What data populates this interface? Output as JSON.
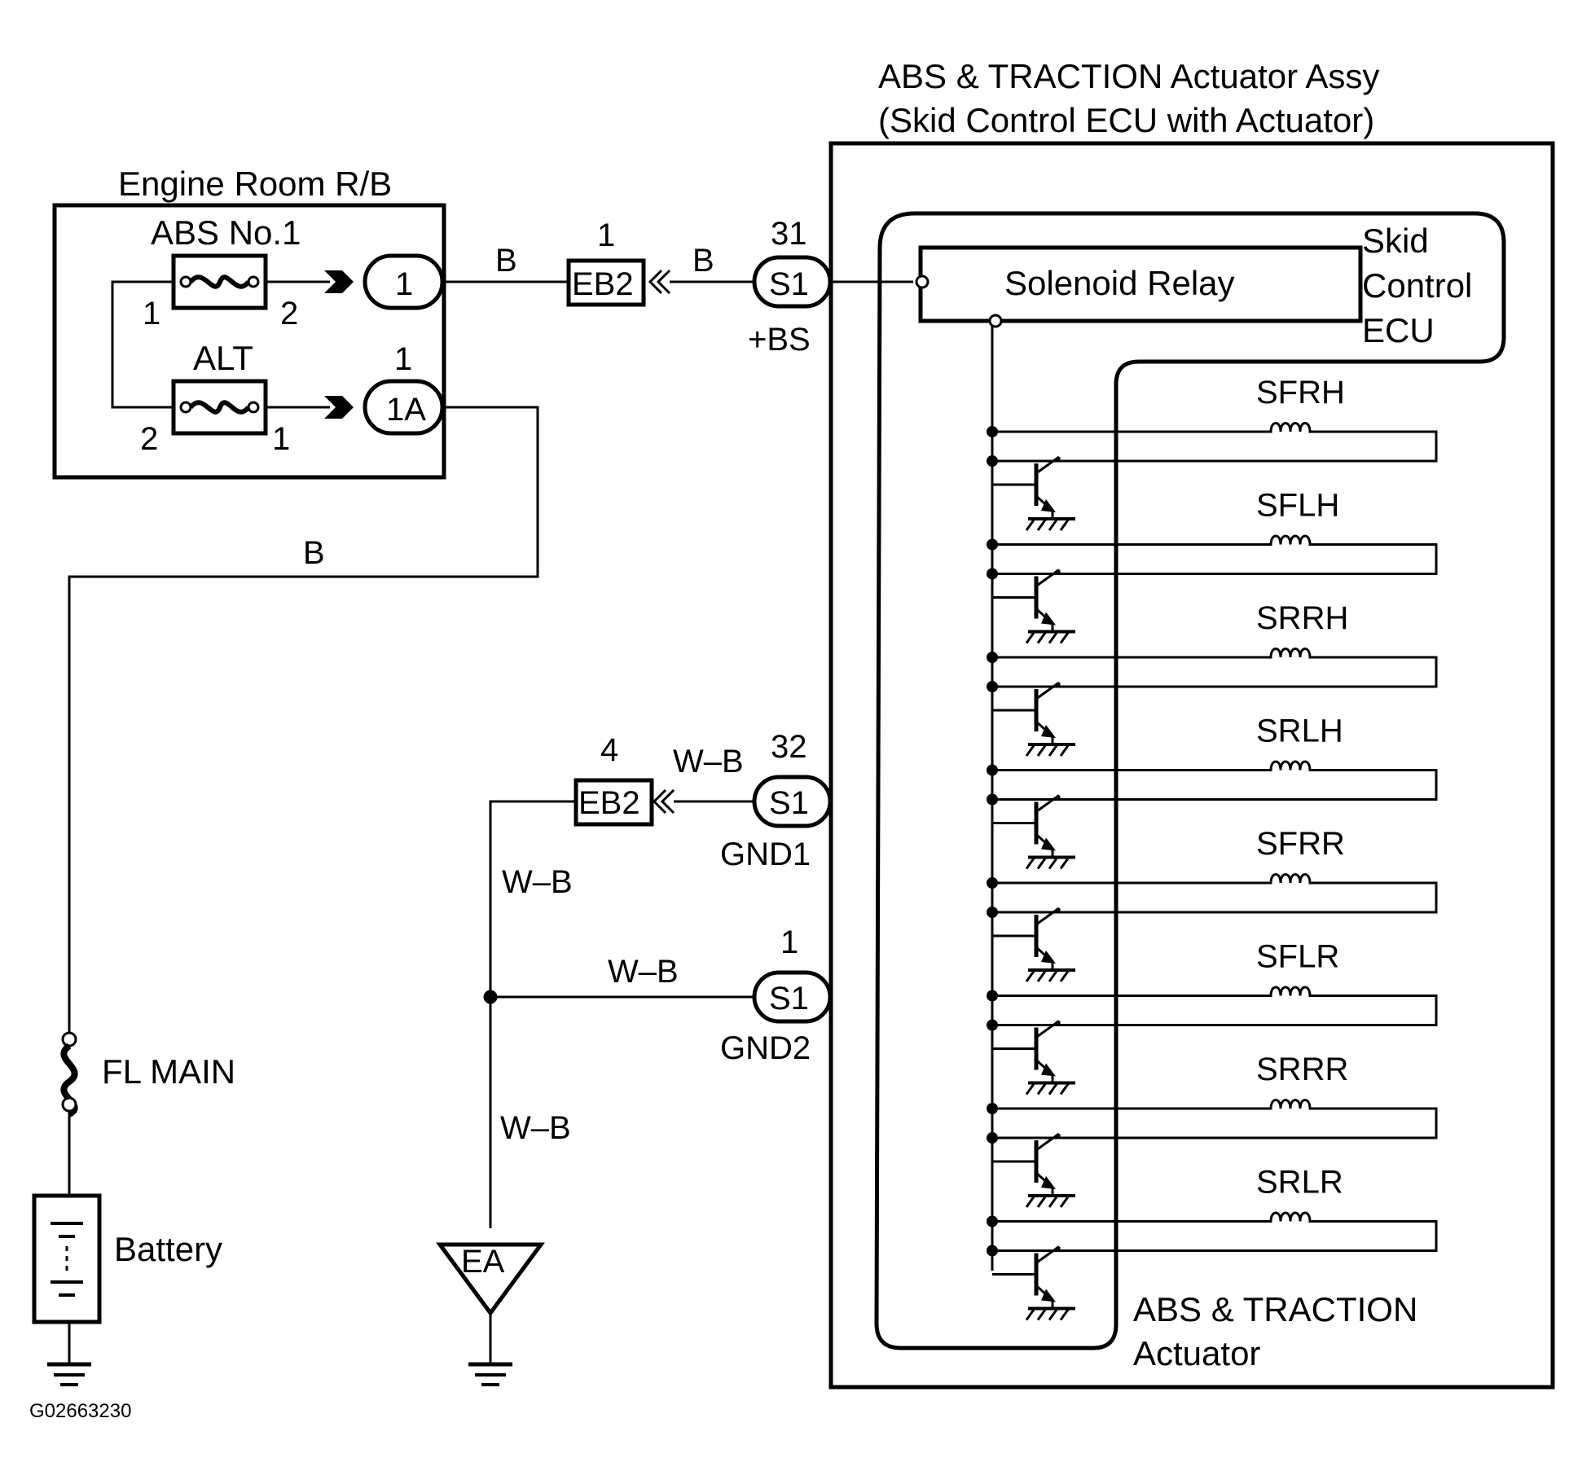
{
  "figure_code": "G02663230",
  "relay_box": {
    "title": "Engine Room R/B",
    "fuse1": {
      "name": "ABS No.1",
      "pin_left": "1",
      "pin_right": "2"
    },
    "fuse2": {
      "name": "ALT",
      "pin_left": "2",
      "pin_right": "1"
    },
    "conn1": {
      "label": "1"
    },
    "conn2": {
      "label": "1A",
      "pin": "1"
    }
  },
  "wires": {
    "b1": "B",
    "b2": "B",
    "b3": "B",
    "wb1": "W–B",
    "wb2": "W–B",
    "wb3": "W–B",
    "wb4": "W–B"
  },
  "connectors": {
    "eb2_top": {
      "label": "EB2",
      "pin": "1"
    },
    "eb2_bot": {
      "label": "EB2",
      "pin": "4"
    },
    "s1_bs": {
      "label": "S1",
      "pin": "31",
      "signal": "+BS"
    },
    "s1_gnd1": {
      "label": "S1",
      "pin": "32",
      "signal": "GND1"
    },
    "s1_gnd2": {
      "label": "S1",
      "pin": "1",
      "signal": "GND2"
    }
  },
  "fl_main": "FL MAIN",
  "battery": "Battery",
  "ground_ea": "EA",
  "actuator_assy": {
    "title_line1": "ABS & TRACTION Actuator Assy",
    "title_line2": "(Skid Control ECU with Actuator)"
  },
  "ecu": {
    "line1": "Skid",
    "line2": "Control",
    "line3": "ECU"
  },
  "solenoid_relay": "Solenoid Relay",
  "solenoids": [
    "SFRH",
    "SFLH",
    "SRRH",
    "SRLH",
    "SFRR",
    "SFLR",
    "SRRR",
    "SRLR"
  ],
  "actuator": {
    "line1": "ABS & TRACTION",
    "line2": "Actuator"
  }
}
